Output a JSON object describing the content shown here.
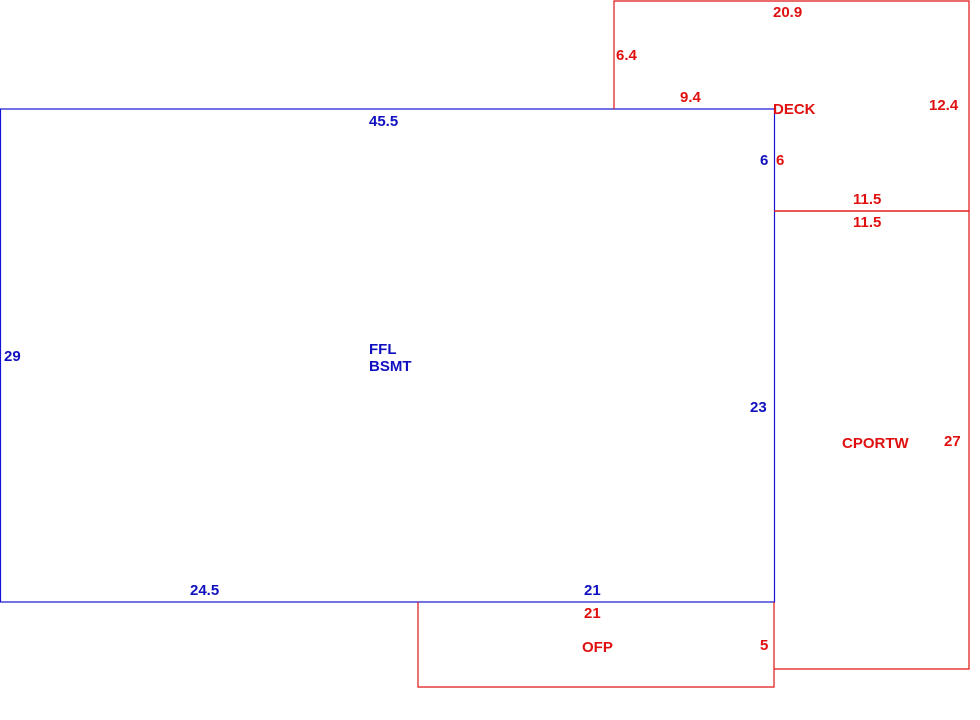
{
  "colors": {
    "main": "#1414d2",
    "addition": "#e01414"
  },
  "areas": {
    "main": {
      "name_line1": "FFL",
      "name_line2": "BSMT"
    },
    "deck": {
      "name": "DECK"
    },
    "carport": {
      "name": "CPORTW"
    },
    "porch": {
      "name": "OFP"
    }
  },
  "dimensions": {
    "main_top": "45.5",
    "main_left": "29",
    "main_bottom_left": "24.5",
    "main_bottom_right": "21",
    "main_right_upper": "6",
    "main_right_lower": "23",
    "deck_top": "20.9",
    "deck_left": "6.4",
    "deck_bottom_left": "9.4",
    "deck_right": "12.4",
    "deck_inner": "6",
    "deck_bottom": "11.5",
    "carport_top": "11.5",
    "carport_right": "27",
    "porch_top": "21",
    "porch_right": "5"
  }
}
